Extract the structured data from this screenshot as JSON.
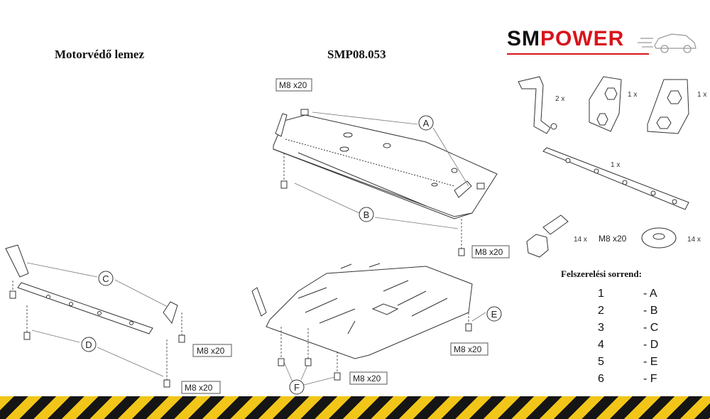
{
  "title_left": "Motorvédő lemez",
  "title_center": "SMP08.053",
  "logo": {
    "part1": "SM",
    "part2": "POWER"
  },
  "bolt_label": "M8 x20",
  "callouts": [
    "A",
    "B",
    "C",
    "D",
    "E",
    "F"
  ],
  "parts": {
    "bracket_long_qty": "2 x",
    "bracket_a_qty": "1 x",
    "bracket_b_qty": "1 x",
    "strip_qty": "1 x",
    "bolt_qty": "14 x",
    "bolt_spec": "M8 x20",
    "washer_qty": "14 x"
  },
  "order": {
    "title": "Felszerelési sorrend:",
    "steps": [
      {
        "num": "1",
        "letter": "- A"
      },
      {
        "num": "2",
        "letter": "- B"
      },
      {
        "num": "3",
        "letter": "- C"
      },
      {
        "num": "4",
        "letter": "- D"
      },
      {
        "num": "5",
        "letter": "- E"
      },
      {
        "num": "6",
        "letter": "- F"
      }
    ]
  },
  "colors": {
    "stripe_yellow": "#f2c618",
    "stripe_black": "#151515",
    "logo_red": "#d8141c"
  }
}
